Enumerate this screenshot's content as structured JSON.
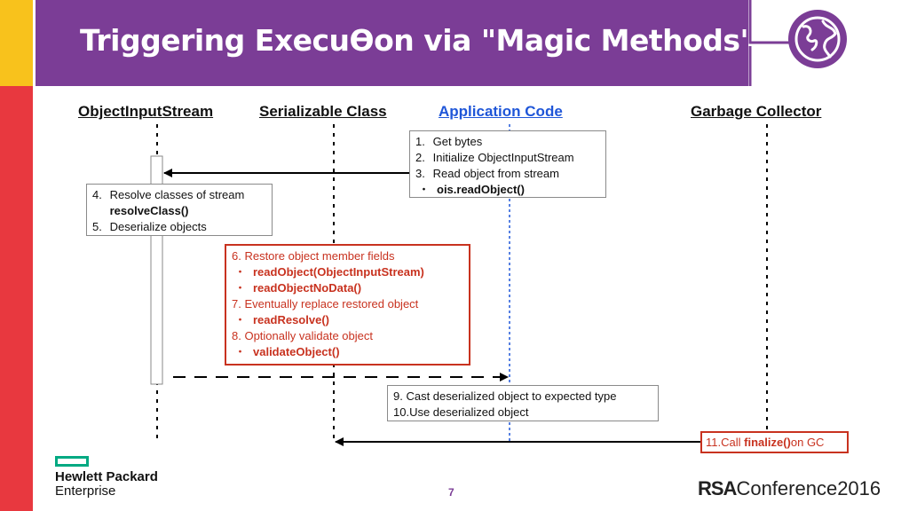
{
  "header": {
    "title": "Triggering ExecuƟon via \"Magic Methods\""
  },
  "lanes": {
    "ois": "ObjectInputStream",
    "serializable": "Serializable Class",
    "app": "Application Code",
    "gc": "Garbage Collector"
  },
  "notes": {
    "app_steps": {
      "s1_num": "1.",
      "s1": "Get bytes",
      "s2_num": "2.",
      "s2": "Initialize ObjectInputStream",
      "s3_num": "3.",
      "s3": "Read object from stream",
      "bullet": "・",
      "s3a": "ois.readObject()"
    },
    "ois_steps": {
      "s4_num": "4.",
      "s4": "Resolve classes of stream",
      "s4a": "resolveClass()",
      "s5_num": "5.",
      "s5": "Deserialize objects"
    },
    "magic_steps": {
      "s6": "6. Restore object member fields",
      "bullet": "・",
      "s6a": "readObject(ObjectInputStream)",
      "s6b": "readObjectNoData()",
      "s7": "7. Eventually replace restored object",
      "s7a": "readResolve()",
      "s8": "8. Optionally validate object",
      "s8a": "validateObject()"
    },
    "use_steps": {
      "s9": "9. Cast deserialized object to expected type",
      "s10": "10.Use deserialized object"
    },
    "gc_step": {
      "prefix": "11.Call ",
      "method": "finalize()",
      "suffix": " on GC"
    }
  },
  "footer": {
    "hpe_line1": "Hewlett Packard",
    "hpe_line2": "Enterprise",
    "page_number": "7",
    "rsa_bold": "RSA",
    "rsa_rest": "Conference2016"
  },
  "colors": {
    "purple": "#7b3d96",
    "yellow": "#f8c21c",
    "red": "#e8383f",
    "note_red": "#c8321f",
    "link_blue": "#1f56d8",
    "hpe_green": "#01a982"
  },
  "icons": {
    "header": "globe-icon"
  }
}
